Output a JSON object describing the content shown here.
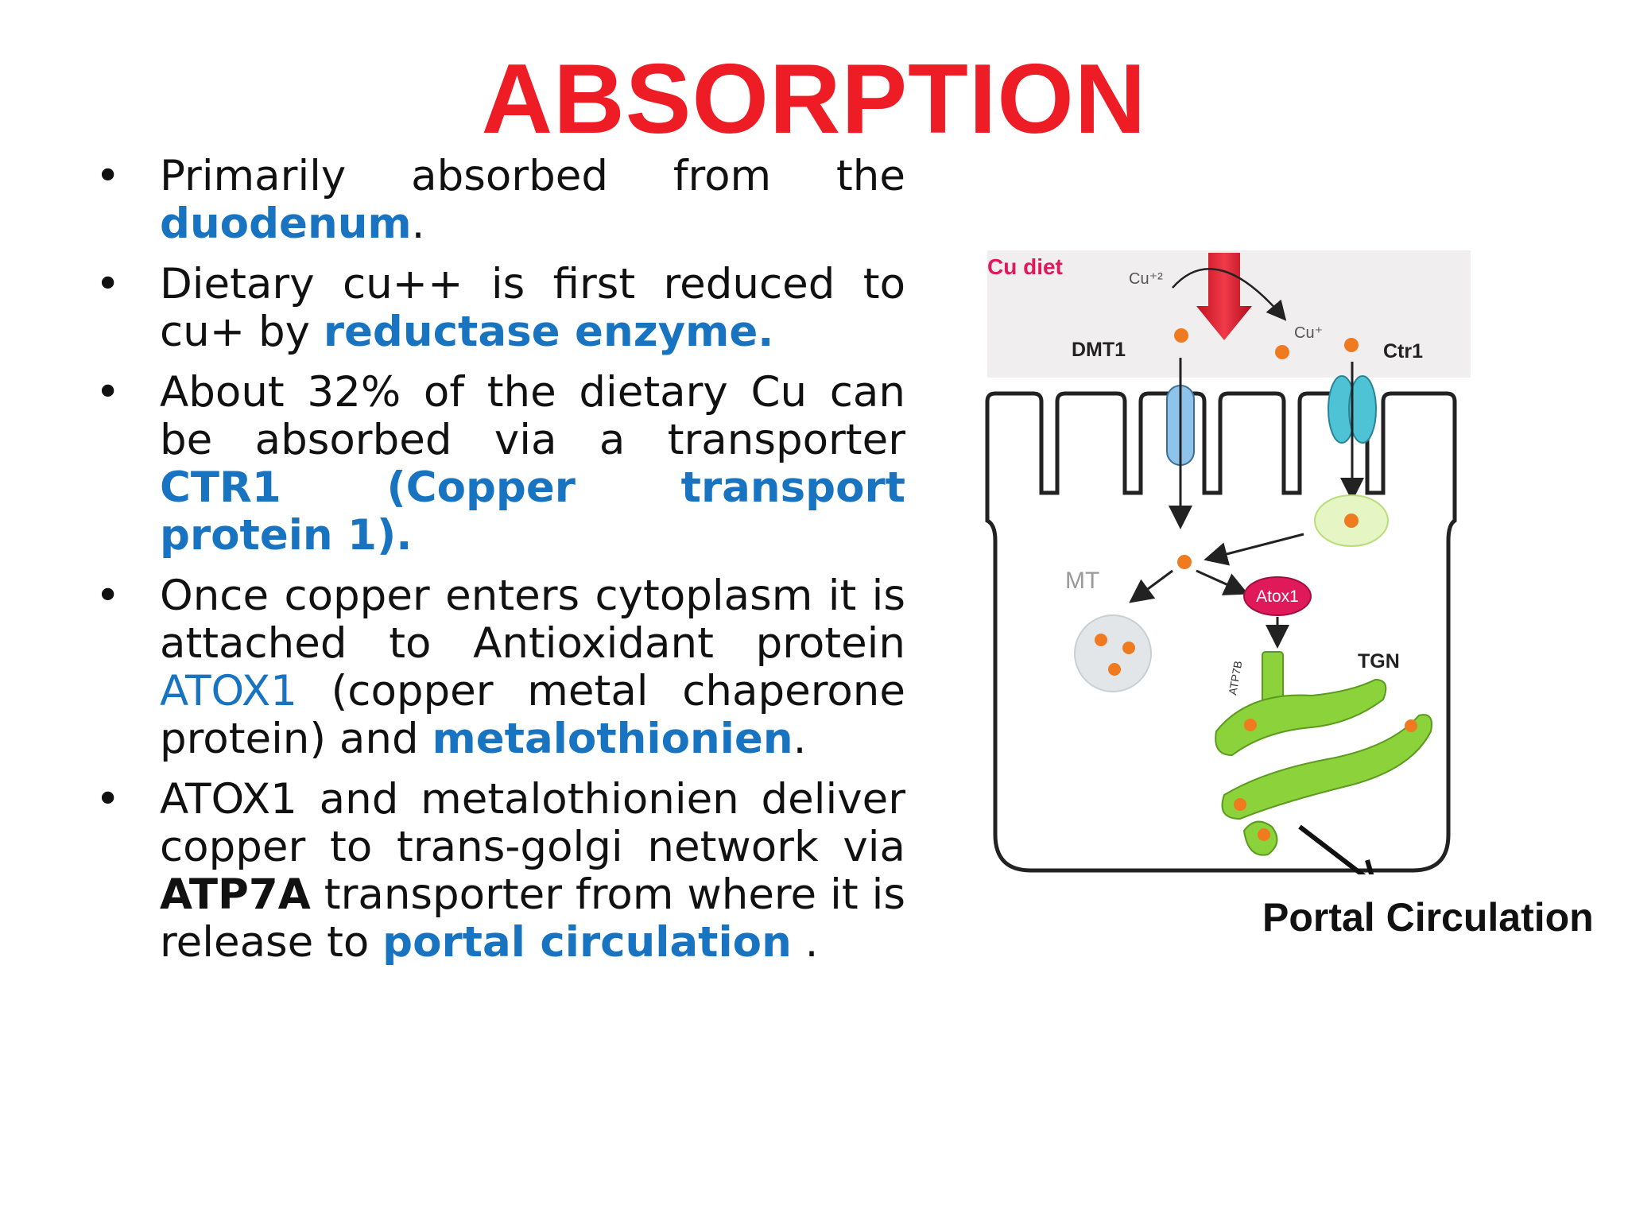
{
  "title": "ABSORPTION",
  "bullets": [
    {
      "parts": [
        "Primarily absorbed from the ",
        "duodenum",
        "."
      ]
    },
    {
      "parts": [
        "Dietary cu++ is first reduced to cu+ by ",
        "reductase enzyme."
      ]
    },
    {
      "parts": [
        " About 32% of the dietary Cu can be absorbed via a transporter ",
        "CTR1 (Copper transport protein 1)."
      ]
    },
    {
      "parts": [
        "Once copper enters cytoplasm it is attached to  Antioxidant protein ",
        "ATOX1",
        " (copper metal chaperone protein) and ",
        "metalothionien",
        "."
      ]
    },
    {
      "parts": [
        "ATOX1 and metalothionien deliver copper to trans-golgi network via ",
        "ATP7A",
        " transporter from where it is release to ",
        "portal circulation",
        " ."
      ]
    }
  ],
  "bullet_symbol": "•",
  "diagram": {
    "cu_diet": "Cu diet",
    "cu2": "Cu⁺²",
    "cu1": "Cu⁺",
    "dmt1": "DMT1",
    "ctr1": "Ctr1",
    "mt": "MT",
    "atox1": "Atox1",
    "atp7b": "ATP7B",
    "tgn": "TGN"
  },
  "portal_label": "Portal Circulation",
  "colors": {
    "title": "#ee1c25",
    "accent_blue": "#1874c0",
    "copper_dot": "#f07a20",
    "atox1": "#e0195a",
    "golgi": "#8cd23a",
    "dmt1": "#8ec3ec",
    "ctr1": "#4ec3d6"
  }
}
